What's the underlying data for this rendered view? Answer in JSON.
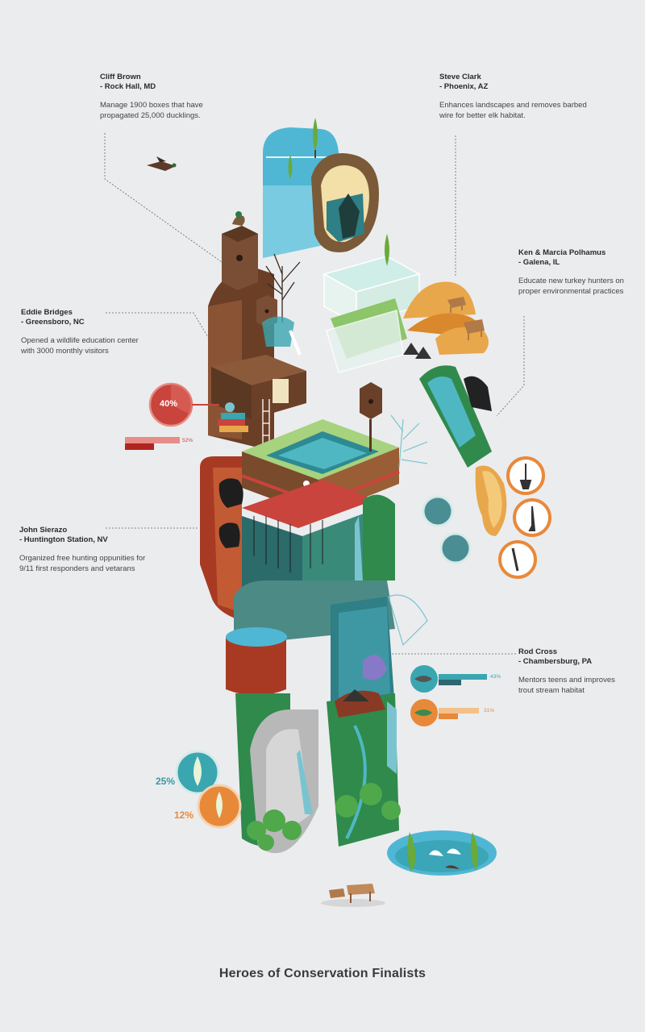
{
  "callouts": [
    {
      "name_line1": "Cliff Brown",
      "name_line2": "- Rock Hall, MD",
      "description": "Manage 1900 boxes that have propagated 25,000 ducklings."
    },
    {
      "name_line1": "Steve Clark",
      "name_line2": "- Phoenix, AZ",
      "description": "Enhances landscapes and removes barbed wire for better elk habitat."
    },
    {
      "name_line1": "Ken & Marcia Polhamus",
      "name_line2": "- Galena, IL",
      "description": "Educate new turkey hunters on proper environmental practices"
    },
    {
      "name_line1": "Eddie Bridges",
      "name_line2": "- Greensboro, NC",
      "description": "Opened a wildlife education center with 3000 monthly visitors"
    },
    {
      "name_line1": "John Sierazo",
      "name_line2": "- Huntington Station, NV",
      "description": "Organized free hunting oppunities for 9/11 first responders and vetarans"
    },
    {
      "name_line1": "Rod Cross",
      "name_line2": "- Chambersburg, PA",
      "description": "Mentors teens and improves trout stream habitat"
    }
  ],
  "stats": {
    "eddie_pct": "40%",
    "eddie_bar_pct": "52%",
    "rod_fish1_pct": "43%",
    "rod_fish2_pct": "31%",
    "tree1_pct": "25%",
    "tree2_pct": "12%"
  },
  "colors": {
    "background": "#ebecee",
    "red": "#c8443c",
    "teal": "#3aa6b0",
    "orange": "#e8893a",
    "green": "#2f8a4c",
    "brown": "#7a4a2c"
  },
  "footer": {
    "title": "Heroes of Conservation Finalists"
  }
}
